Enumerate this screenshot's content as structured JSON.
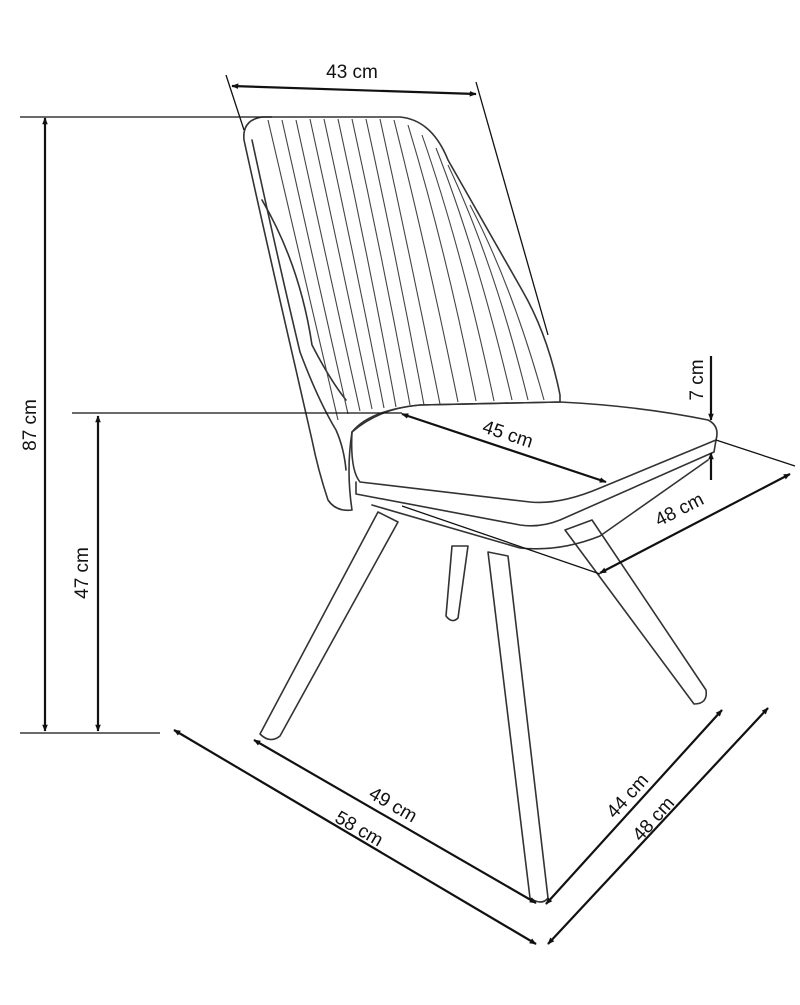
{
  "dimensions": {
    "back_width": "43 cm",
    "total_height": "87 cm",
    "seat_height": "47 cm",
    "seat_depth": "45 cm",
    "seat_thickness": "7 cm",
    "seat_width": "48 cm",
    "leg_span_side": "49 cm",
    "total_depth": "58 cm",
    "leg_span_front": "44 cm",
    "total_width": "48 cm"
  },
  "colors": {
    "line": "#333333",
    "dimension": "#111111",
    "background": "#ffffff"
  }
}
